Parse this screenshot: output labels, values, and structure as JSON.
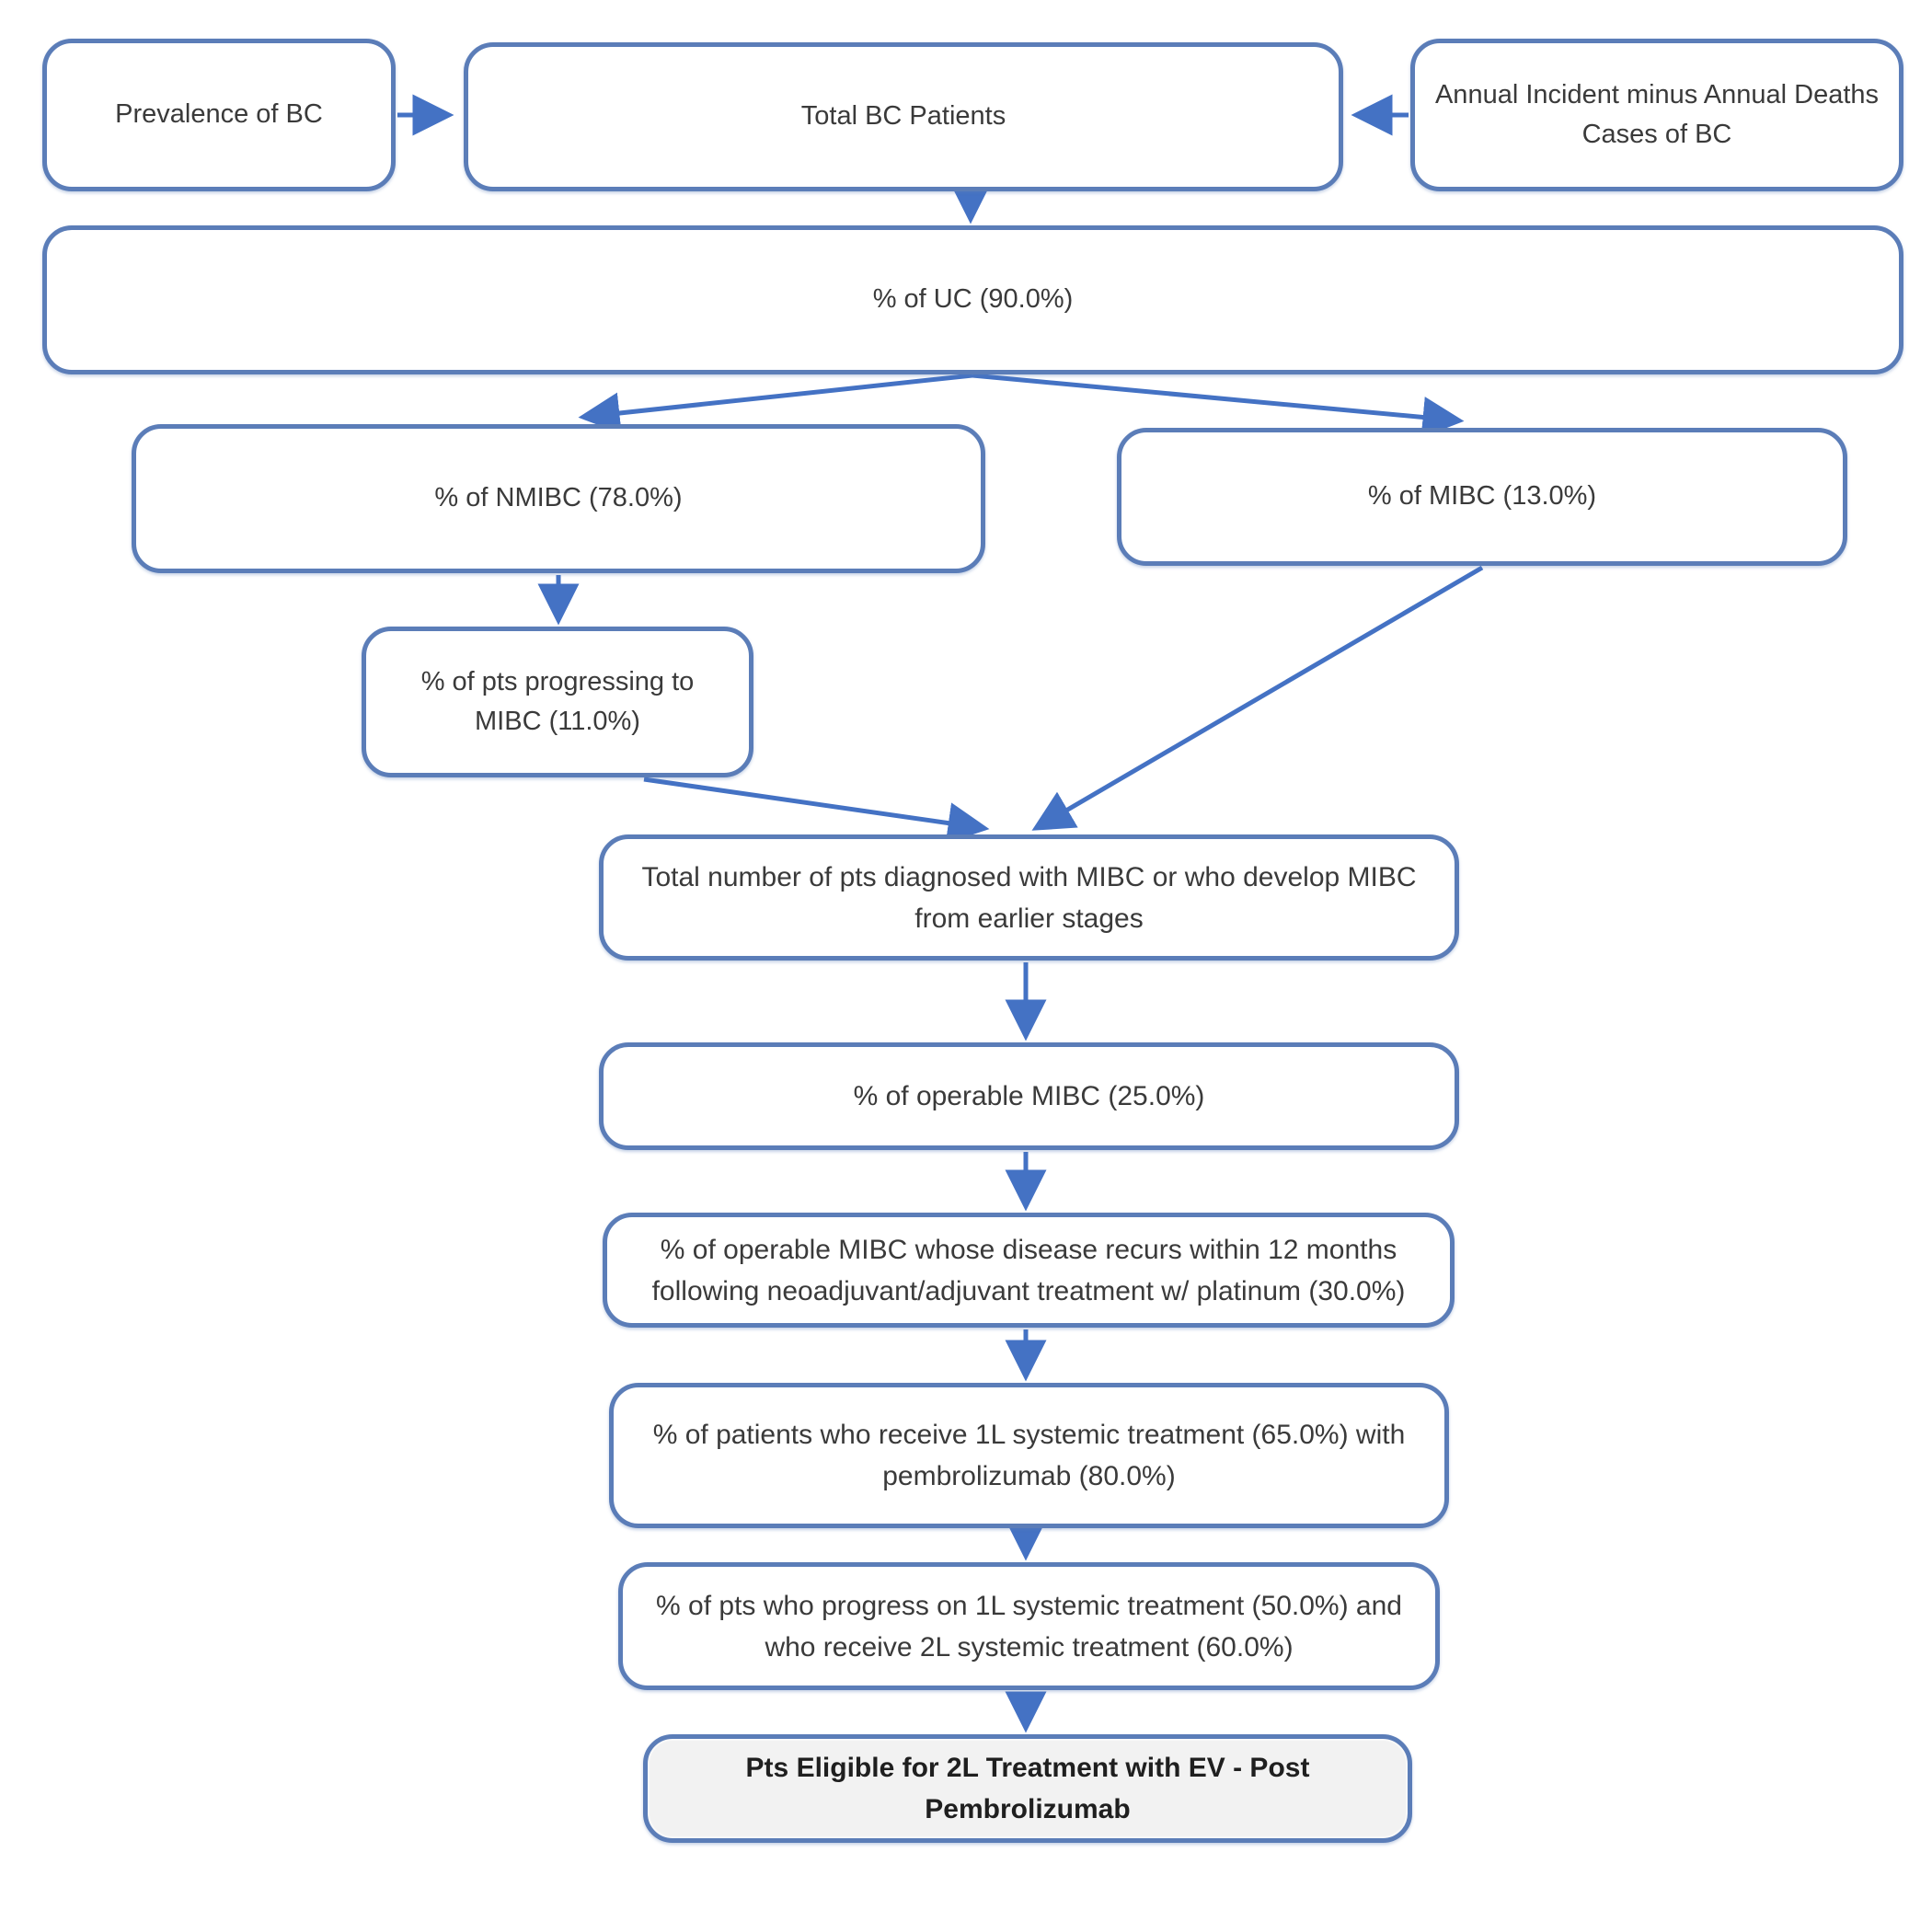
{
  "diagram_type": "flowchart",
  "colors": {
    "box_border": "#5b7db8",
    "arrow": "#4472c4",
    "text": "#3a3a3a",
    "final_box_fill": "#f2f2f2"
  },
  "nodes": {
    "prevalence": {
      "label": "Prevalence of BC"
    },
    "totalbc": {
      "label": "Total BC Patients"
    },
    "annual": {
      "label": "Annual Incident minus Annual Deaths\nCases of BC"
    },
    "uc": {
      "label": "% of UC (90.0%)"
    },
    "nmibc": {
      "label": "% of NMIBC (78.0%)"
    },
    "mibc": {
      "label": "% of MIBC (13.0%)"
    },
    "progressing": {
      "label": "% of pts progressing to\nMIBC (11.0%)"
    },
    "totalmibc": {
      "label": "Total number of pts diagnosed with MIBC or who develop MIBC\nfrom earlier stages"
    },
    "operable": {
      "label": "% of operable MIBC (25.0%)"
    },
    "recurs": {
      "label": "% of operable MIBC whose disease recurs within 12 months\nfollowing neoadjuvant/adjuvant treatment w/ platinum (30.0%)"
    },
    "firstline": {
      "label": "% of patients who receive 1L systemic treatment (65.0%) with\npembrolizumab (80.0%)"
    },
    "secondline": {
      "label": "% of pts who progress on 1L systemic treatment (50.0%) and\nwho receive 2L systemic treatment (60.0%)"
    },
    "eligible": {
      "label": "Pts Eligible for 2L Treatment with EV - Post\nPembrolizumab"
    }
  },
  "edges": [
    {
      "from": "prevalence",
      "to": "totalbc"
    },
    {
      "from": "annual",
      "to": "totalbc"
    },
    {
      "from": "totalbc",
      "to": "uc"
    },
    {
      "from": "uc",
      "to": "nmibc"
    },
    {
      "from": "uc",
      "to": "mibc"
    },
    {
      "from": "nmibc",
      "to": "progressing"
    },
    {
      "from": "progressing",
      "to": "totalmibc"
    },
    {
      "from": "mibc",
      "to": "totalmibc"
    },
    {
      "from": "totalmibc",
      "to": "operable"
    },
    {
      "from": "operable",
      "to": "recurs"
    },
    {
      "from": "recurs",
      "to": "firstline"
    },
    {
      "from": "firstline",
      "to": "secondline"
    },
    {
      "from": "secondline",
      "to": "eligible"
    }
  ]
}
